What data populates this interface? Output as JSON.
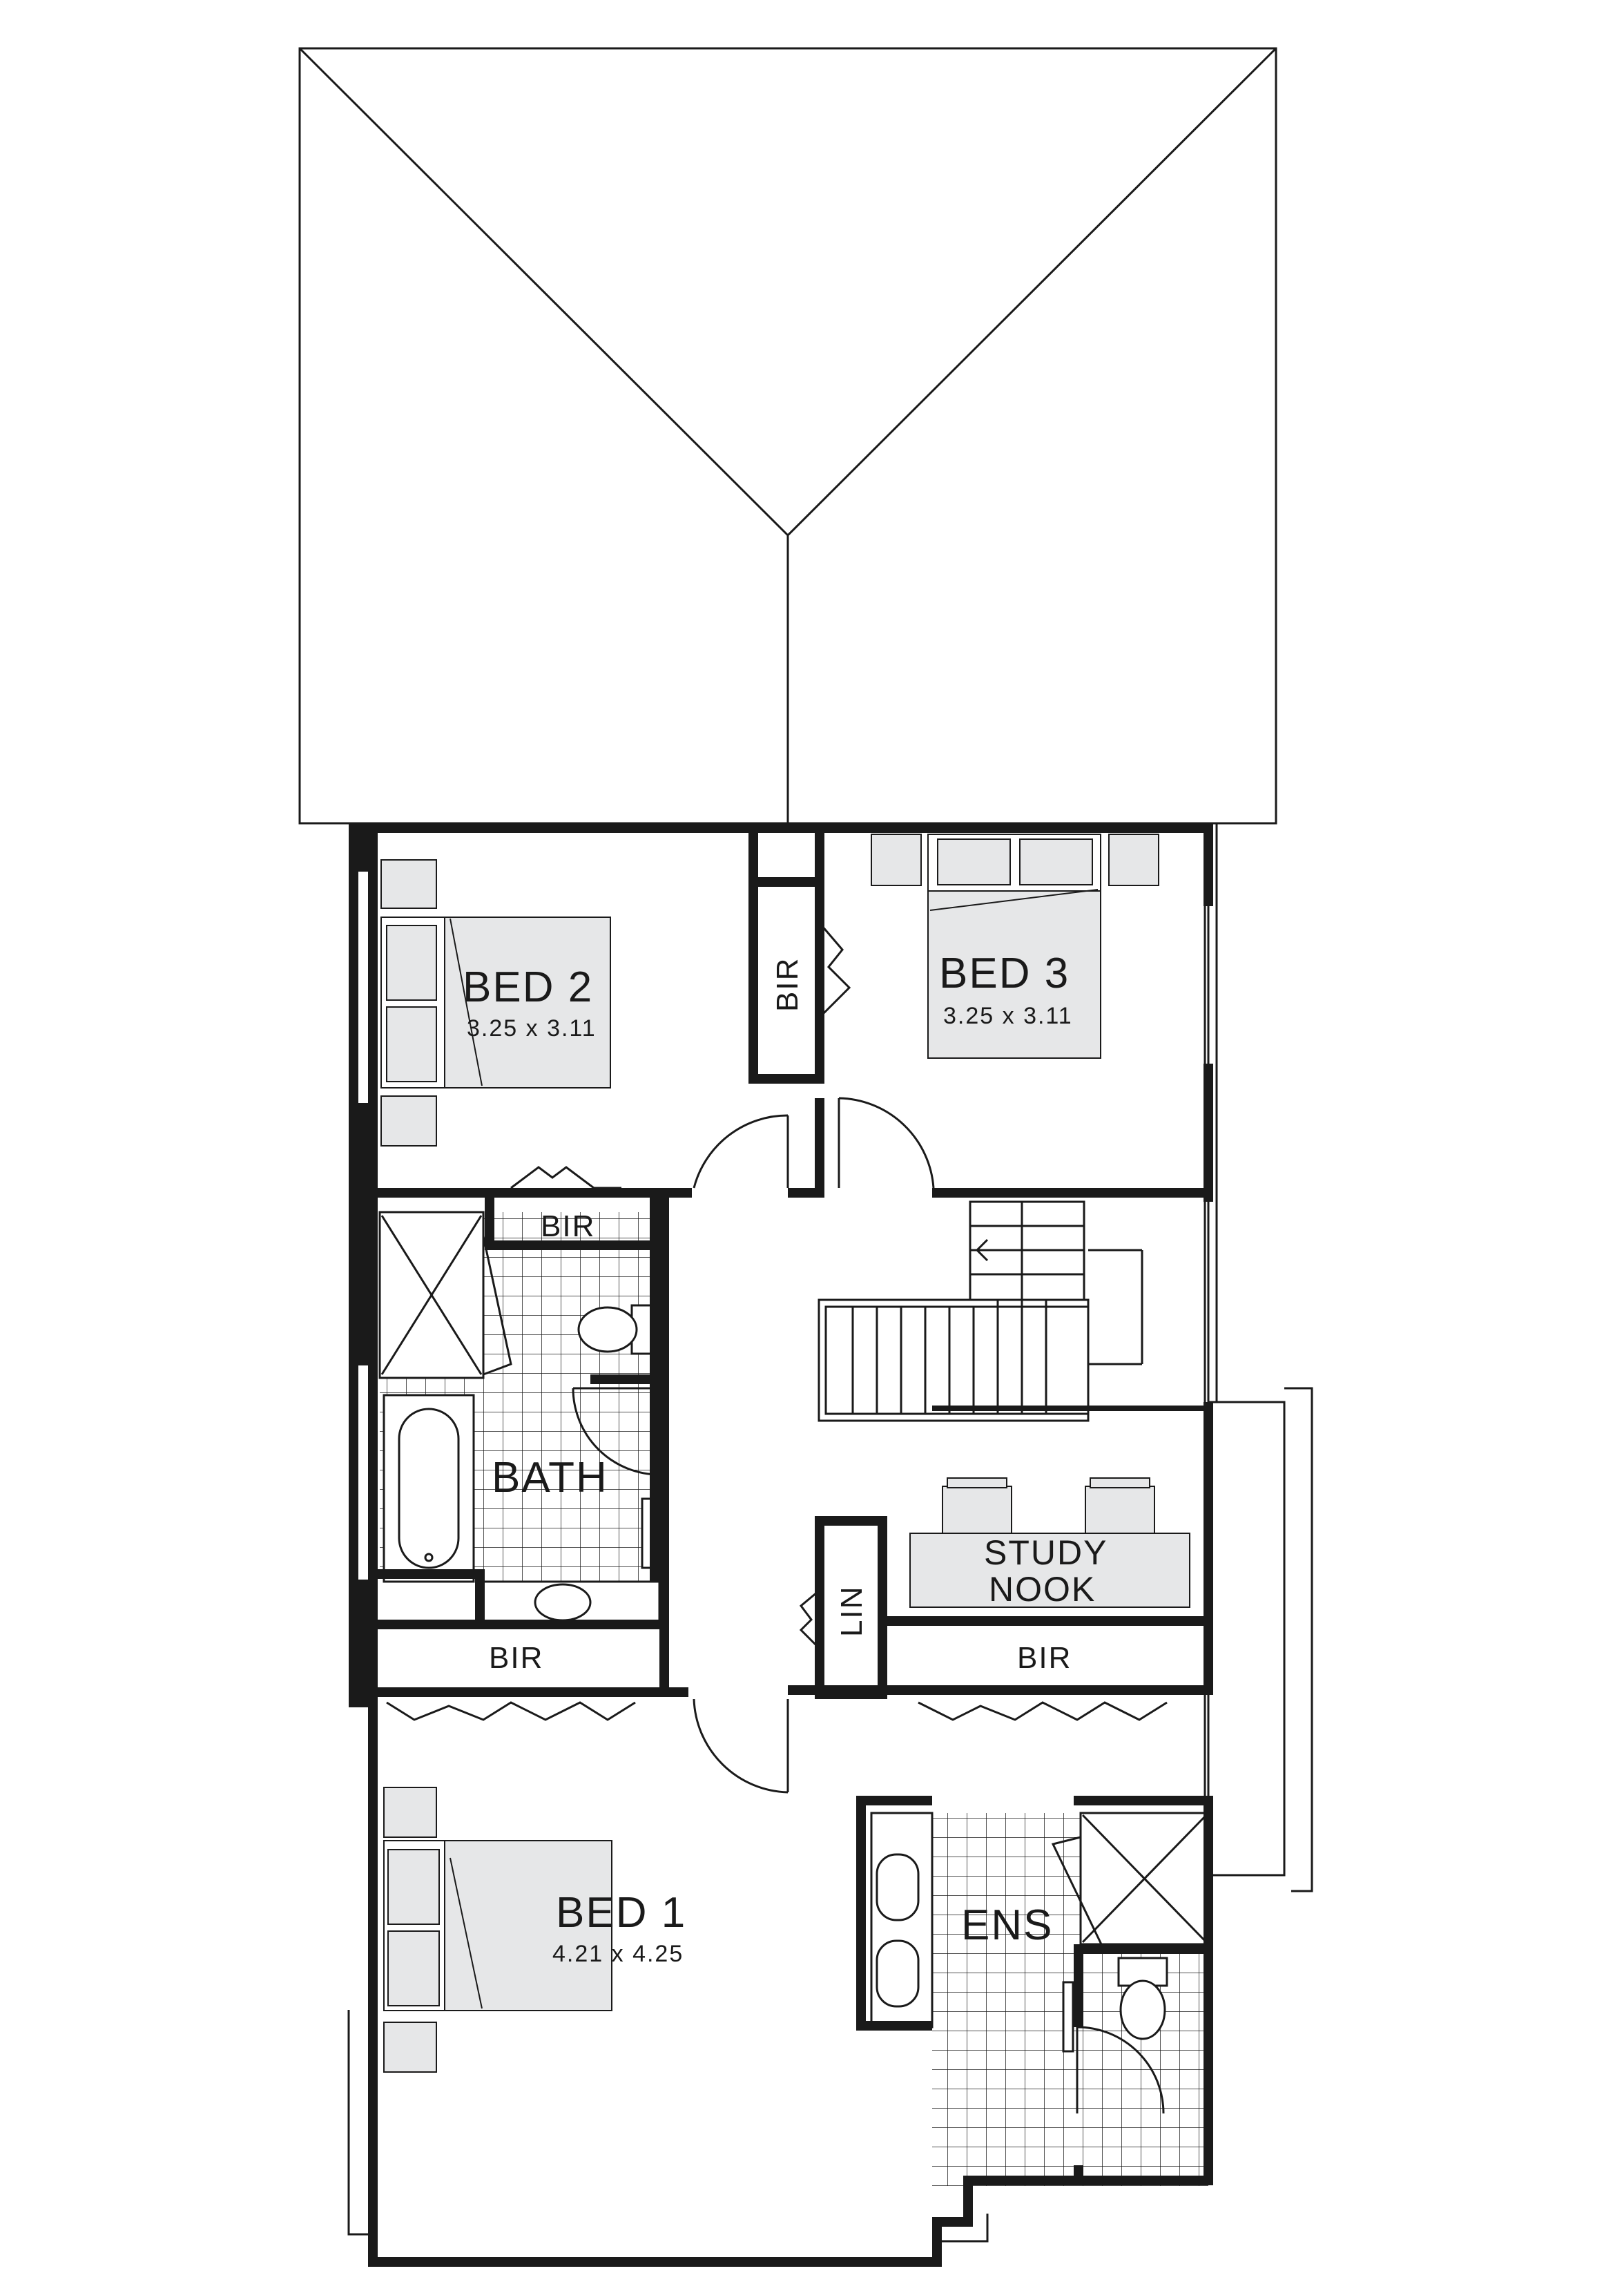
{
  "colors": {
    "wall": "#1a1a1a",
    "line": "#1a1a1a",
    "furniture": "#e6e7e8",
    "background": "#ffffff"
  },
  "rooms": {
    "bed2": {
      "name": "BED 2",
      "dims": "3.25 x 3.11"
    },
    "bed3": {
      "name": "BED 3",
      "dims": "3.25 x 3.11"
    },
    "bed1": {
      "name": "BED 1",
      "dims": "4.21 x 4.25"
    },
    "bath": {
      "name": "BATH"
    },
    "ens": {
      "name": "ENS"
    },
    "study": {
      "line1": "STUDY",
      "line2": "NOOK"
    }
  },
  "storage": {
    "bir_bed3": "BIR",
    "bir_bed2": "BIR",
    "bir_bed1_left": "BIR",
    "bir_bed1_right": "BIR",
    "linen": "LIN"
  }
}
